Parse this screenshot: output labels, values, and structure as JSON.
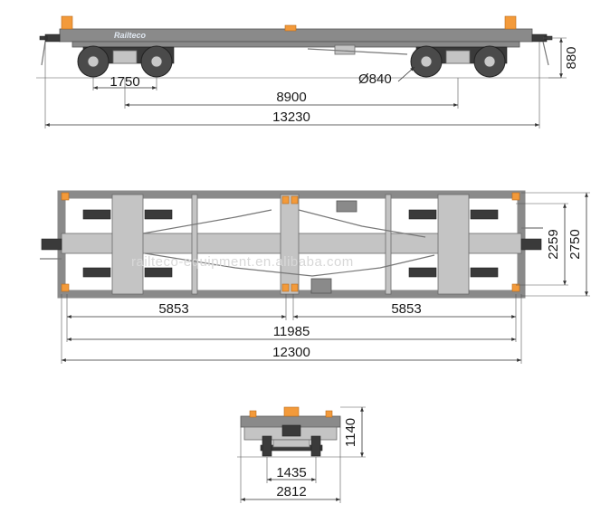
{
  "side_view": {
    "brand_logo": "Railteco",
    "bogie_wheelbase": "1750",
    "bogie_centers": "8900",
    "length_over_couplers": "13230",
    "wheel_diameter": "Ø840",
    "coupler_height": "880"
  },
  "plan_view": {
    "watermark": "railteco-equipment.en.alibaba.com",
    "half_length_left": "5853",
    "half_length_right": "5853",
    "frame_length": "11985",
    "overall_length": "12300",
    "inner_width": "2259",
    "overall_width": "2750"
  },
  "end_view": {
    "track_gauge": "1435",
    "overall_width": "2812",
    "height": "1140"
  },
  "colors": {
    "frame": "#8a8a8a",
    "accent": "#f39a3a",
    "dimension_line": "#333333"
  }
}
